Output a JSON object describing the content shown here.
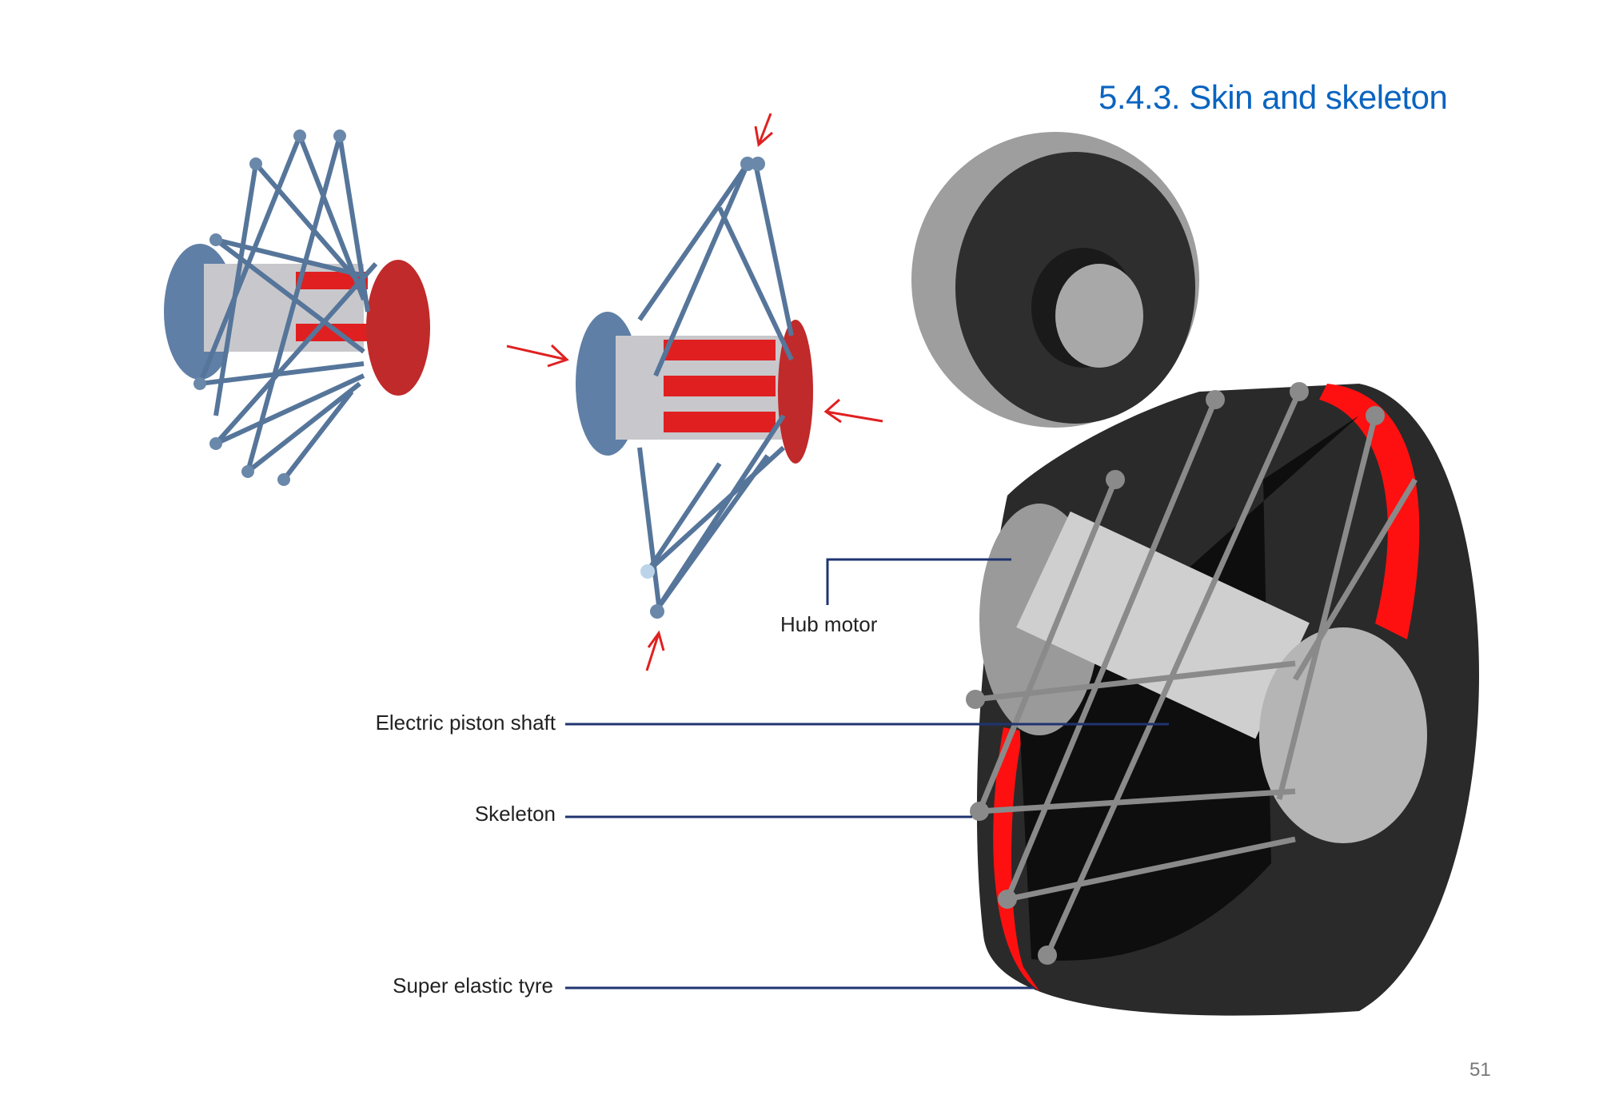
{
  "page": {
    "title": "5.4.3.  Skin and skeleton",
    "page_number": "51"
  },
  "labels": {
    "hub_motor": "Hub motor",
    "piston_shaft": "Electric piston shaft",
    "skeleton": "Skeleton",
    "tyre": "Super elastic tyre"
  },
  "colors": {
    "title": "#0a64c0",
    "leader_line": "#1f3470",
    "arrow": "#e02020",
    "skeleton_blue": "#5a7898",
    "tyre_red": "#ff1010"
  }
}
